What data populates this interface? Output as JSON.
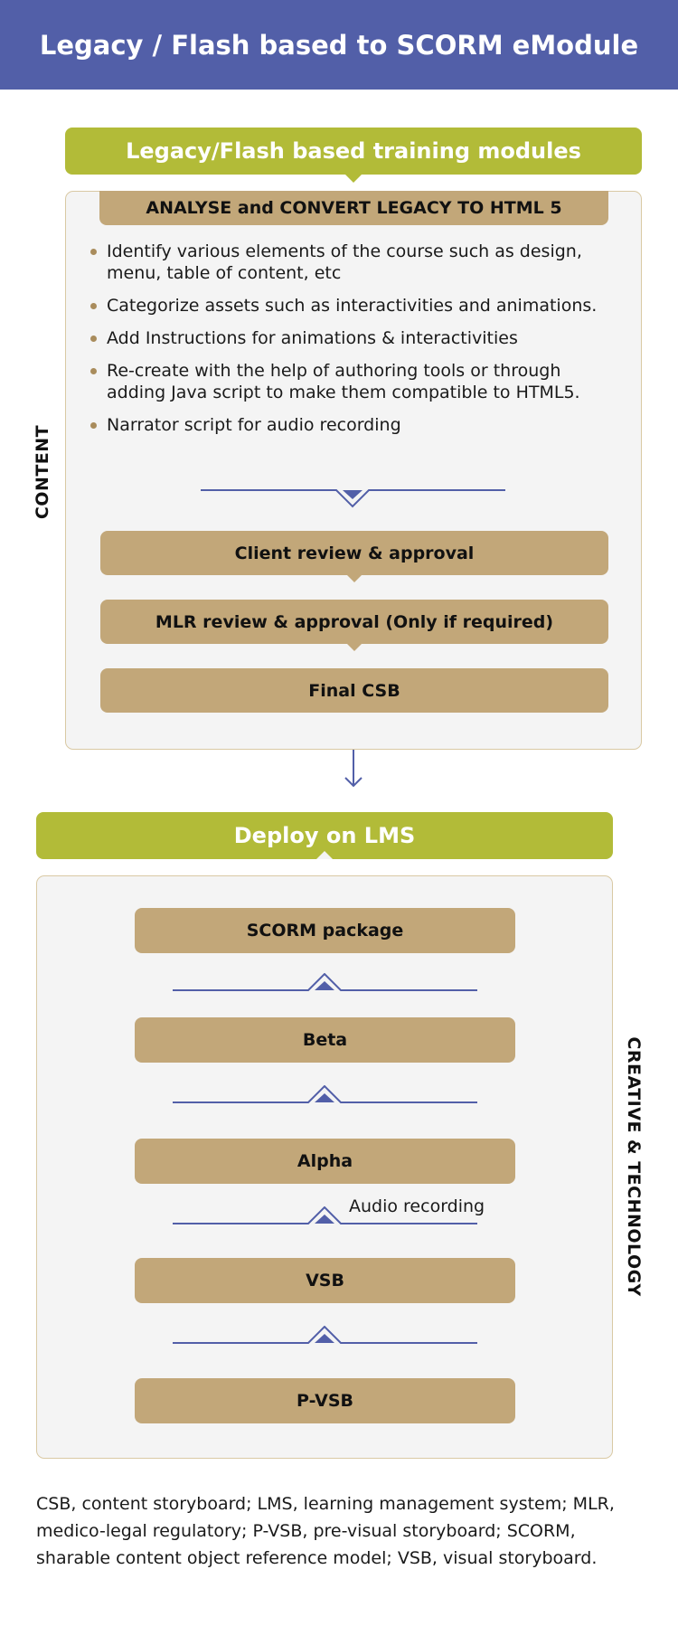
{
  "header": {
    "title": "Legacy / Flash based to SCORM eModule"
  },
  "content_section": {
    "side_label": "CONTENT",
    "start_label": "Legacy/Flash based training modules",
    "panel_title": "ANALYSE and CONVERT LEGACY TO HTML 5",
    "bullets": [
      "Identify various elements of the course such as design, menu, table of content, etc",
      "Categorize  assets such as interactivities and animations.",
      "Add Instructions for animations & interactivities",
      "Re-create with the help of authoring tools or through adding Java script to make them compatible to HTML5.",
      "Narrator script for audio recording"
    ],
    "steps": [
      "Client review & approval",
      "MLR review & approval (Only if required)",
      "Final CSB"
    ]
  },
  "deploy_section": {
    "side_label": "CREATIVE & TECHNOLOGY",
    "deploy_label": "Deploy on LMS",
    "stages": [
      "SCORM package",
      "Beta",
      "Alpha",
      "VSB",
      "P-VSB"
    ],
    "audio_note": "Audio recording"
  },
  "footnote": "CSB, content storyboard; LMS, learning management system; MLR, medico-legal regulatory; P-VSB, pre-visual storyboard; SCORM, sharable content object reference model; VSB, visual storyboard.",
  "colors": {
    "header_bg": "#525fa8",
    "green": "#b2bb38",
    "tan": "#c2a779",
    "panel_bg": "#f4f4f4",
    "panel_border": "#d9c9a4",
    "connector_blue": "#525fa8"
  },
  "icons": {
    "down_connector": "chevron-down-icon",
    "up_connector": "triangle-up-icon",
    "arrow": "arrow-down-icon"
  }
}
